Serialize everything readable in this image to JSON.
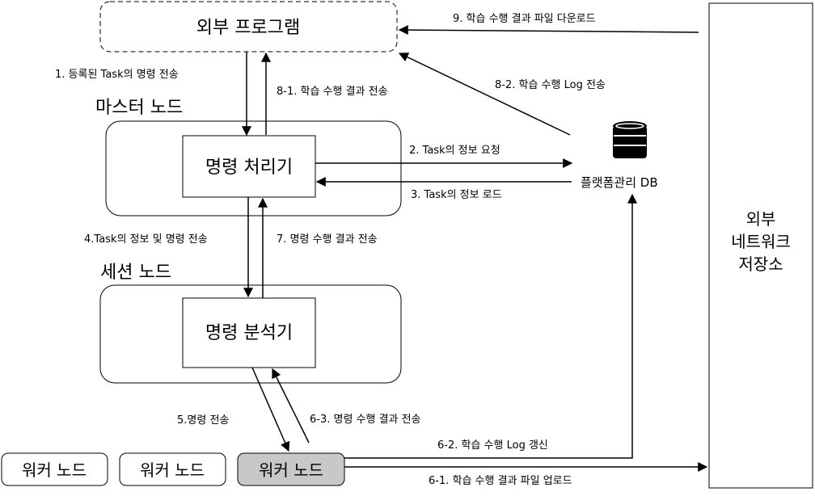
{
  "nodes": {
    "external_program": "외부 프로그램",
    "master_node": "마스터 노드",
    "command_processor": "명령 처리기",
    "session_node": "세션 노드",
    "command_analyzer": "명령 분석기",
    "worker_nodes": [
      "워커 노드",
      "워커 노드",
      "워커 노드"
    ],
    "platform_db": "플랫폼관리 DB",
    "external_storage": [
      "외부",
      "네트워크",
      "저장소"
    ]
  },
  "edges": {
    "e1": "1. 등록된 Task의 명령 전송",
    "e2": "2. Task의 정보 요청",
    "e3": "3. Task의 정보 로드",
    "e4": "4.Task의 정보 및 명령 전송",
    "e5": "5.명령 전송",
    "e6_1": "6-1. 학습 수행 결과 파일 업로드",
    "e6_2": "6-2. 학습 수행 Log 갱신",
    "e6_3": "6-3. 명령 수행 결과 전송",
    "e7": "7. 명령 수행 결과 전송",
    "e8_1": "8-1. 학습 수행 결과 전송",
    "e8_2": "8-2. 학습 수행 Log 전송",
    "e9": "9. 학습 수행 결과 파일 다운로드"
  },
  "colors": {
    "stroke": "#000000",
    "active_worker_fill": "#c8c8c8",
    "background": "#ffffff"
  },
  "icons": {
    "db": "database-icon"
  }
}
